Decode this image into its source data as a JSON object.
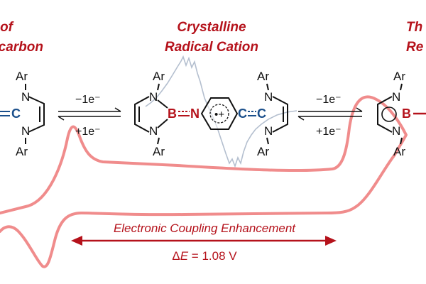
{
  "headings": {
    "left_line1": "e of",
    "left_line2": "carbon",
    "center_line1": "Crystalline",
    "center_line2": "Radical Cation",
    "right_line1": "Th",
    "right_line2": "Re"
  },
  "substituent": "Ar",
  "atoms": {
    "nitrogen": "N",
    "carbon": "C",
    "boron": "B",
    "radical_cation": "•+"
  },
  "equilibria": {
    "left_top": "−1e⁻",
    "left_bottom": "+1e⁻",
    "right_top": "−1e⁻",
    "right_bottom": "+1e⁻"
  },
  "annotation": {
    "label": "Electronic Coupling Enhancement",
    "delta_symbol": "Δ",
    "delta_var": "E",
    "delta_value": " = 1.08 V"
  },
  "colors": {
    "accent_red": "#b5121b",
    "carbon_blue": "#1a4f8b",
    "cv_trace": "#f08c8c",
    "epr_trace": "#b4bfcf"
  }
}
